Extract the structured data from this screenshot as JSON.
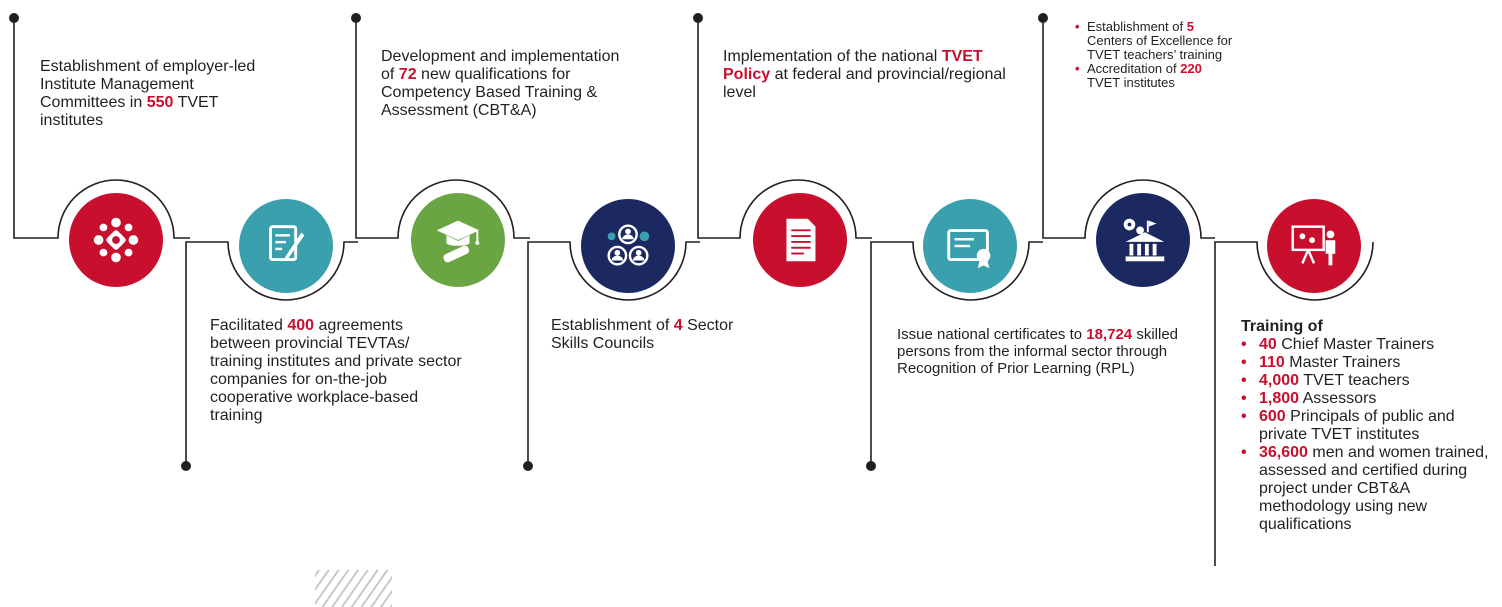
{
  "colors": {
    "red": "#c8102e",
    "teal": "#3aa0ae",
    "green": "#6aa543",
    "navy": "#1c2860",
    "line": "#231f20"
  },
  "items": [
    {
      "icon": "people-circle-icon",
      "color": "red",
      "text_pre": "Establishment of employer-led Institute Management Committees in ",
      "highlight": "550",
      "text_post": " TVET institutes"
    },
    {
      "icon": "document-pen-icon",
      "color": "teal",
      "text_pre": "Facilitated ",
      "highlight": "400",
      "text_post": " agreements between provincial TEVTAs/ training institutes and private sector companies for on-the-job cooperative workplace-based training"
    },
    {
      "icon": "graduation-cap-icon",
      "color": "green",
      "text_pre": "Development and implementation of ",
      "highlight": "72",
      "text_post": " new qualifications for Competency Based Training & Assessment (CBT&A)"
    },
    {
      "icon": "people-gears-icon",
      "color": "navy",
      "text_pre": "Establishment of ",
      "highlight": "4",
      "text_post": " Sector Skills Councils"
    },
    {
      "icon": "document-icon",
      "color": "red",
      "text_pre": "Implementation of the national ",
      "highlight": "TVET Policy",
      "text_post": " at federal and provincial/regional level"
    },
    {
      "icon": "certificate-icon",
      "color": "teal",
      "text_pre": "Issue national certificates to ",
      "highlight": "18,724",
      "text_post": " skilled persons from the informal sector through Recognition of Prior Learning (RPL)"
    },
    {
      "icon": "institution-gears-icon",
      "color": "navy",
      "bullets": [
        {
          "pre": "Establishment of ",
          "hl": "5",
          "post": " Centers of Excellence for TVET teachers’ training"
        },
        {
          "pre": "Accreditation of ",
          "hl": "220",
          "post": " TVET institutes"
        }
      ]
    },
    {
      "icon": "trainer-presentation-icon",
      "color": "red",
      "heading": "Training of",
      "bullets": [
        {
          "pre": "",
          "hl": "40",
          "post": " Chief Master Trainers"
        },
        {
          "pre": "",
          "hl": "110",
          "post": " Master Trainers"
        },
        {
          "pre": "",
          "hl": "4,000",
          "post": " TVET teachers"
        },
        {
          "pre": "",
          "hl": "1,800",
          "post": " Assessors"
        },
        {
          "pre": "",
          "hl": "600",
          "post": " Principals of public and private TVET institutes"
        },
        {
          "pre": "",
          "hl": "36,600",
          "post": " men and women trained, assessed and certified during project under CBT&A methodology using new qualifications"
        }
      ]
    }
  ]
}
